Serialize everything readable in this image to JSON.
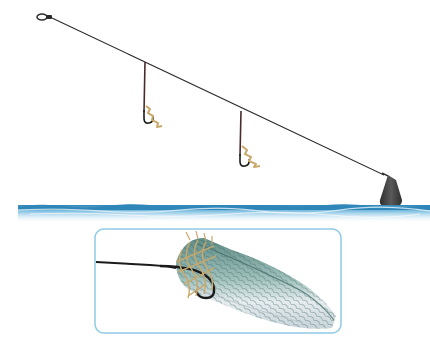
{
  "diagram": {
    "main_rig": {
      "components": [
        "swivel",
        "main-line",
        "dropper-1",
        "hook-1",
        "bait-strip-1",
        "dropper-2",
        "hook-2",
        "bait-strip-2",
        "sinker"
      ]
    },
    "water": {
      "colors": {
        "deep": "#2f86b8",
        "mid": "#86c3e3",
        "light": "#e8f4fb"
      }
    },
    "inset": {
      "border_color": "#8ecae6",
      "components": [
        "leader-line",
        "hook",
        "bait-tie-wraps",
        "fish-bait"
      ]
    },
    "colors": {
      "line": "#2a2a2a",
      "dropper": "#4a2b2b",
      "hook": "#1a1a1a",
      "sinker": "#4b4b4b",
      "bait_wrap": "#c9a86a",
      "fish_back": "#6f9a93",
      "fish_belly": "#e6ecef"
    }
  }
}
